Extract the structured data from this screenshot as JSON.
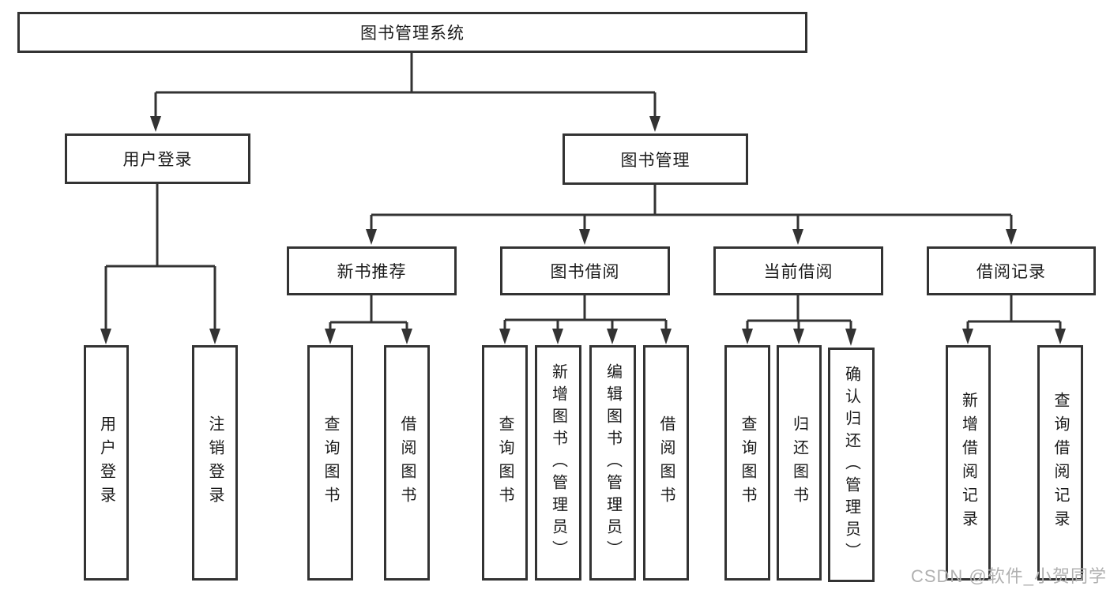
{
  "tree": {
    "root": {
      "label": "图书管理系统"
    },
    "level1": [
      {
        "label": "用户登录",
        "children": [
          {
            "label": "用户登录"
          },
          {
            "label": "注销登录"
          }
        ]
      },
      {
        "label": "图书管理",
        "children": [
          {
            "label": "新书推荐",
            "children": [
              {
                "label": "查询图书"
              },
              {
                "label": "借阅图书"
              }
            ]
          },
          {
            "label": "图书借阅",
            "children": [
              {
                "label": "查询图书"
              },
              {
                "label": "新增图书（管理员）"
              },
              {
                "label": "编辑图书（管理员）"
              },
              {
                "label": "借阅图书"
              }
            ]
          },
          {
            "label": "当前借阅",
            "children": [
              {
                "label": "查询图书"
              },
              {
                "label": "归还图书"
              },
              {
                "label": "确认归还（管理员）"
              }
            ]
          },
          {
            "label": "借阅记录",
            "children": [
              {
                "label": "新增借阅记录"
              },
              {
                "label": "查询借阅记录"
              }
            ]
          }
        ]
      }
    ]
  },
  "watermark": {
    "text": "CSDN @软件_小贺同学"
  },
  "colors": {
    "line": "#333333",
    "border": "#333333",
    "text": "#1a1a1a",
    "watermark": "#b0b0b0",
    "background": "#ffffff"
  }
}
